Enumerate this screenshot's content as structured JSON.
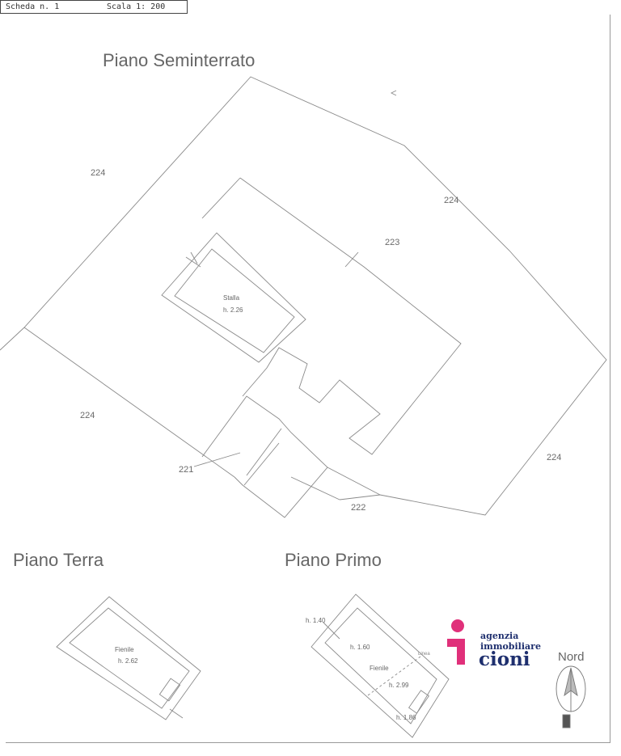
{
  "header": {
    "scheda": "Scheda n. 1",
    "scala": "Scala 1: 200"
  },
  "floors": {
    "seminterrato": "Piano Seminterrato",
    "terra": "Piano Terra",
    "primo": "Piano Primo"
  },
  "parcels": {
    "p224_a": "224",
    "p224_b": "224",
    "p224_c": "224",
    "p224_d": "224",
    "p223": "223",
    "p221": "221",
    "p222": "222"
  },
  "rooms": {
    "stalla_name": "Stalla",
    "stalla_h": "h. 2.26",
    "fienile_terra_name": "Fienile",
    "fienile_terra_h": "h. 2.62",
    "fienile_primo_name": "Fienile",
    "h_140": "h. 1.40",
    "h_160": "h. 1.60",
    "h_299": "h. 2.99",
    "h_186": "h. 1.86",
    "linea": "Linea"
  },
  "logo": {
    "line1": "agenzia",
    "line2": "immobiliare",
    "line3": "cioni",
    "color_pink": "#e0307a",
    "color_navy": "#1e2f6e"
  },
  "compass": {
    "label": "Nord"
  }
}
